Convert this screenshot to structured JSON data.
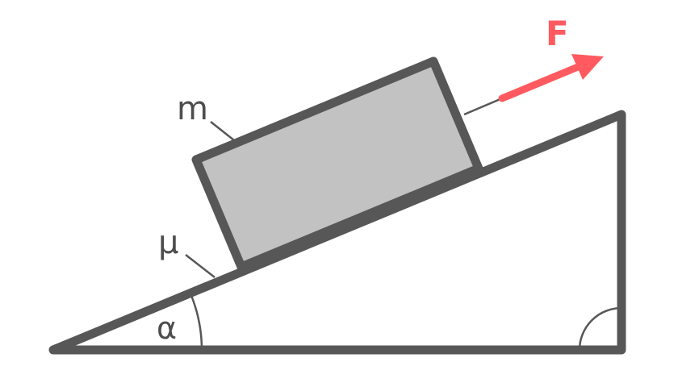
{
  "labels": {
    "mass": "m",
    "friction": "μ",
    "angle": "α",
    "force": "F"
  },
  "colors": {
    "outline": "#575757",
    "block_fill": "#c2c2c2",
    "force": "#ff5a5f",
    "background": "#ffffff"
  }
}
